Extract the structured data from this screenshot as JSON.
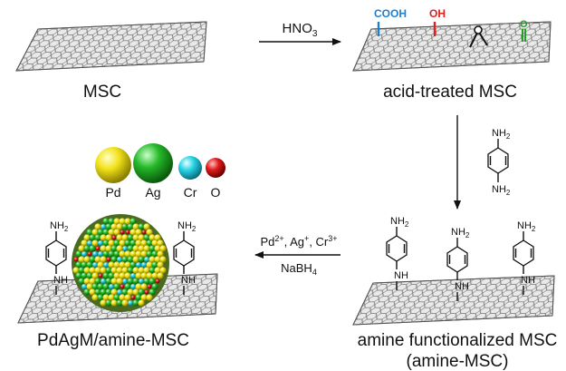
{
  "labels": {
    "msc": "MSC",
    "acid_treated": "acid-treated MSC",
    "amine_functionalized_line1": "amine functionalized MSC",
    "amine_functionalized_line2": "(amine-MSC)",
    "product": "PdAgM/amine-MSC"
  },
  "reagents": {
    "acid_main": "HNO",
    "acid_sub": "3",
    "reductant_main": "NaBH",
    "reductant_sub": "4",
    "ions": {
      "pd": "Pd",
      "pd_charge": "2+",
      "ag": "Ag",
      "ag_charge": "+",
      "cr": "Cr",
      "cr_charge": "3+",
      "sep": ", "
    }
  },
  "functional_groups": {
    "cooh": "COOH",
    "oh": "OH",
    "carbonyl": "O"
  },
  "molecule": {
    "nh2": "NH",
    "nh2_sub": "2",
    "nh": "NH"
  },
  "legend": [
    {
      "label": "Pd",
      "color": "#f2e21a"
    },
    {
      "label": "Ag",
      "color": "#25b828"
    },
    {
      "label": "Cr",
      "color": "#27d3e6"
    },
    {
      "label": "O",
      "color": "#e01a1a"
    }
  ],
  "colors": {
    "cooh": "#1e7fd0",
    "oh": "#e0201a",
    "carbonyl": "#1fa31f"
  }
}
